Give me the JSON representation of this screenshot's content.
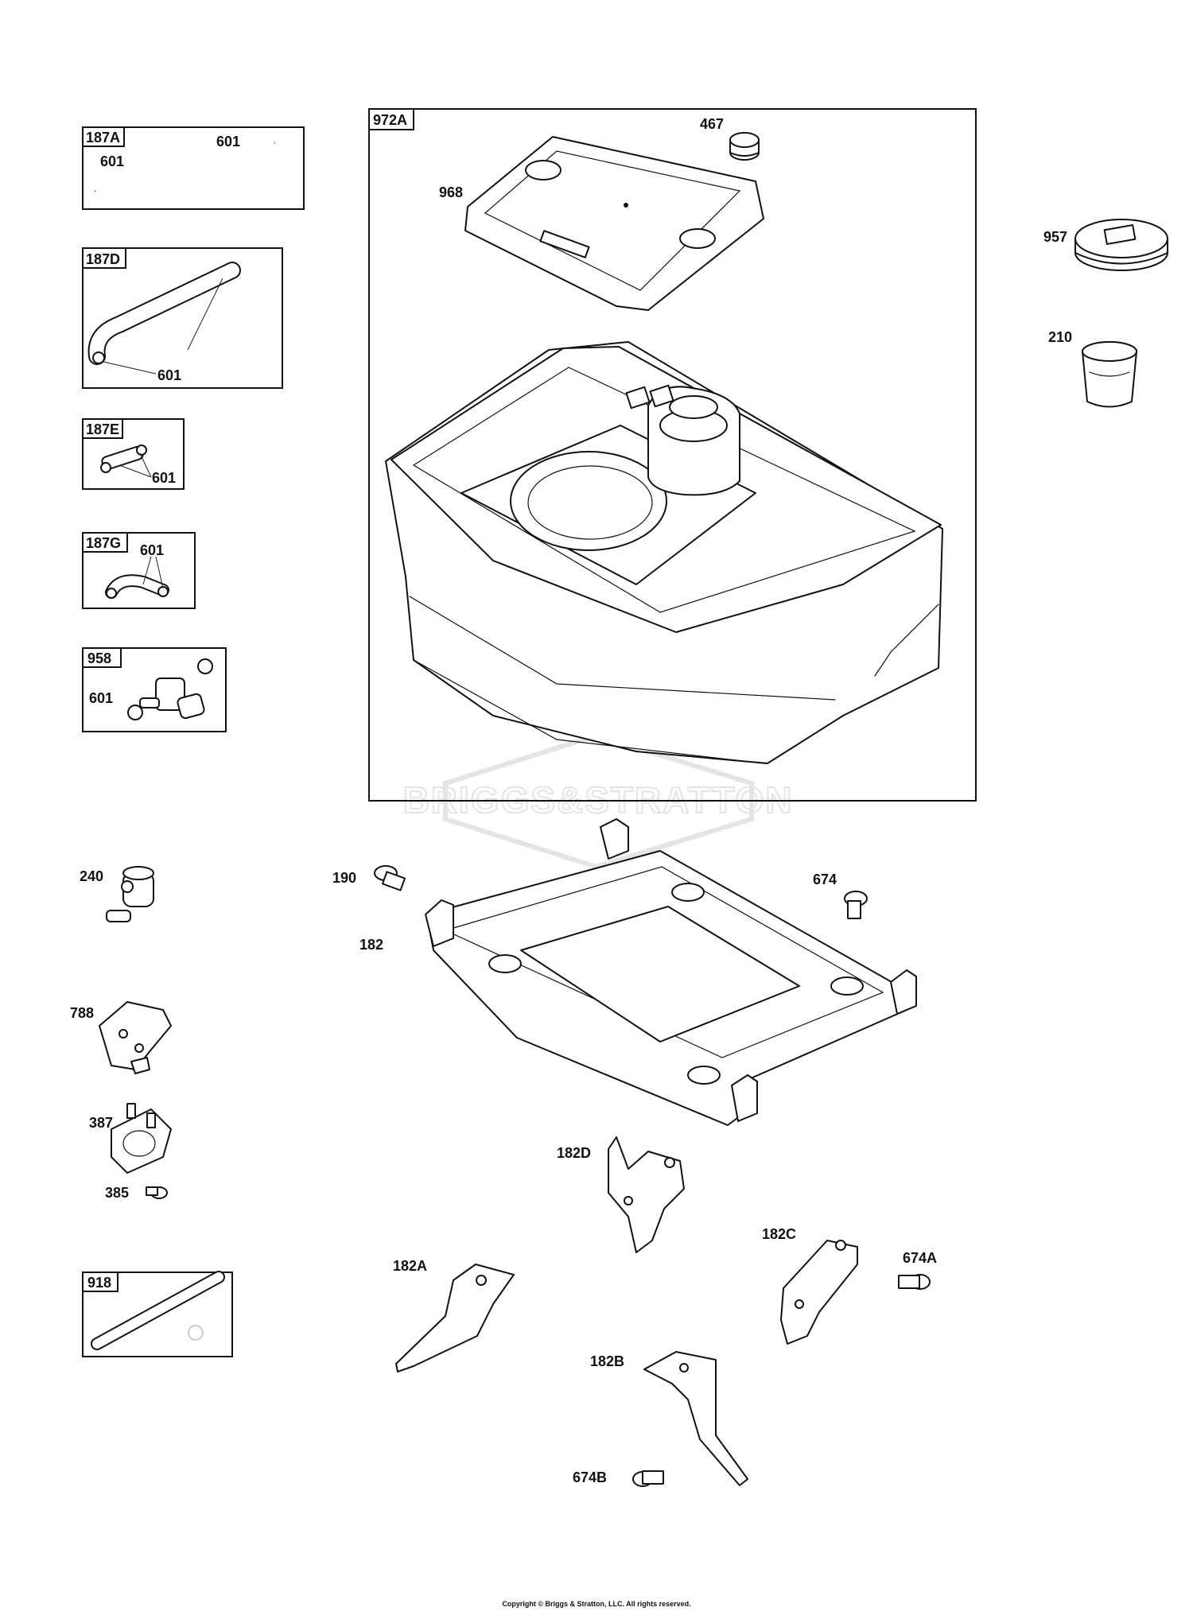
{
  "copyright": "Copyright © Briggs & Stratton, LLC. All rights reserved.",
  "watermark": "BRIGGS&STRATTON",
  "callouts": {
    "c467": "467",
    "c968": "968",
    "c957": "957",
    "c210": "210",
    "c240": "240",
    "c190": "190",
    "c182": "182",
    "c674": "674",
    "c788": "788",
    "c387": "387",
    "c385": "385",
    "c182D": "182D",
    "c182C": "182C",
    "c674A": "674A",
    "c182A": "182A",
    "c182B": "182B",
    "c674B": "674B"
  },
  "kits": {
    "k972A": {
      "tag": "972A"
    },
    "k187A": {
      "tag": "187A",
      "sub1": "601",
      "sub2": "601"
    },
    "k187D": {
      "tag": "187D",
      "sub1": "601"
    },
    "k187E": {
      "tag": "187E",
      "sub1": "601"
    },
    "k187G": {
      "tag": "187G",
      "sub1": "601"
    },
    "k958": {
      "tag": "958",
      "sub1": "601"
    },
    "k918": {
      "tag": "918"
    }
  }
}
